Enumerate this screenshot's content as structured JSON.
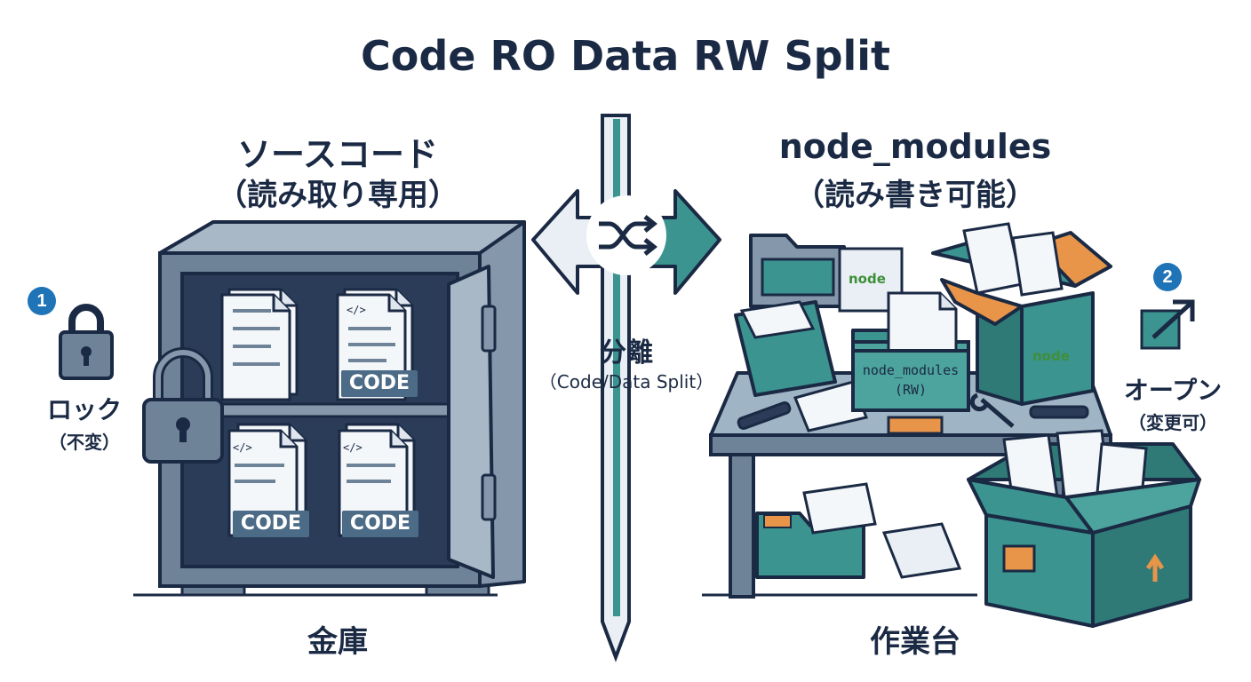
{
  "title": "Code RO Data RW Split",
  "left": {
    "heading": "ソースコード",
    "subheading": "（読み取り専用）",
    "caption": "金庫",
    "badge": "1",
    "lock_label": "ロック",
    "lock_sub": "（不変）",
    "code_tags": [
      "CODE",
      "CODE",
      "CODE"
    ],
    "icons": [
      "lock-icon",
      "safe-icon",
      "document-icon"
    ]
  },
  "center": {
    "label": "分離",
    "sublabel": "（Code/Data Split）",
    "icon": "shuffle-icon"
  },
  "right": {
    "heading": "node_modules",
    "subheading": "（読み書き可能）",
    "caption": "作業台",
    "badge": "2",
    "open_label": "オープン",
    "open_sub": "（変更可）",
    "folder_label": "node_modules",
    "folder_sub": "(RW)",
    "node_logo": "node",
    "icons": [
      "external-open-icon",
      "workbench-icon",
      "box-icon",
      "folder-icon"
    ]
  },
  "colors": {
    "navy": "#1b2a44",
    "steel": "#6f8398",
    "teal": "#3b9490",
    "orange": "#e8954a",
    "badge_blue": "#1f73b7"
  }
}
